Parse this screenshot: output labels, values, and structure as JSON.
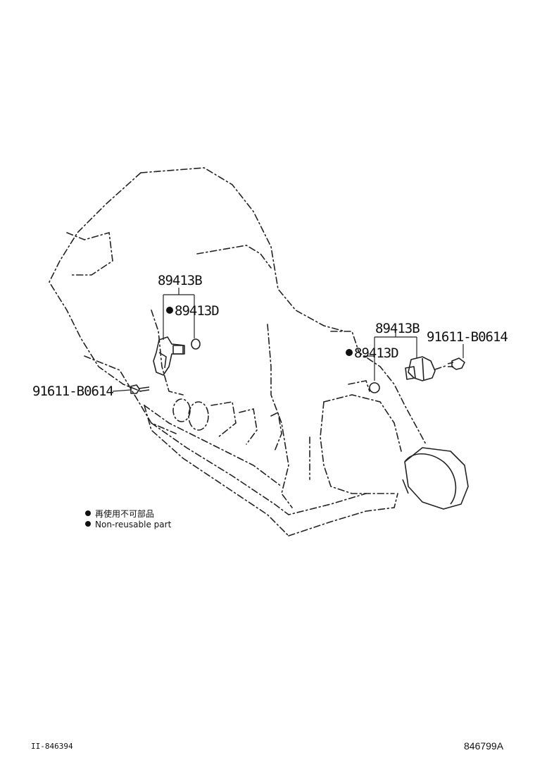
{
  "callouts": {
    "left_sensor": "89413B",
    "left_oring": "89413D",
    "left_bolt": "91611-B0614",
    "right_sensor": "89413B",
    "right_oring": "89413D",
    "right_bolt": "91611-B0614"
  },
  "legend": {
    "line_jp": "再使用不可部品",
    "line_en": "Non-reusable part"
  },
  "footer": {
    "left_code": "II-846394",
    "right_code": "846799A"
  }
}
